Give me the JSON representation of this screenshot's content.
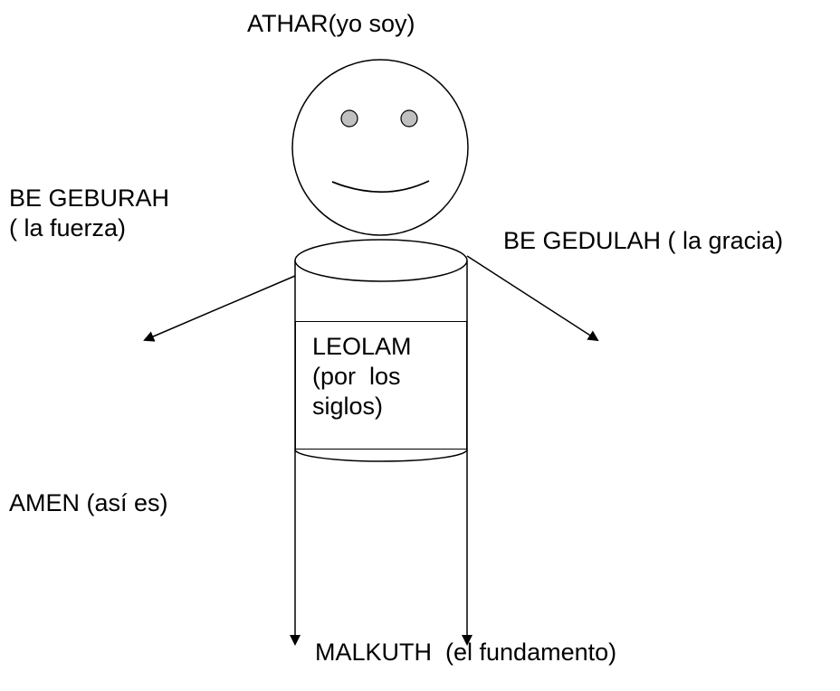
{
  "labels": {
    "top": "ATHAR(yo soy)",
    "left_arm_line1": "BE GEBURAH",
    "left_arm_line2": "( la fuerza)",
    "right_arm": "BE GEDULAH ( la gracia)",
    "center_line1": "LEOLAM",
    "center_line2": "(por  los",
    "center_line3": "siglos)",
    "left_lower": "AMEN (así es)",
    "bottom": "MALKUTH  (el fundamento)"
  },
  "colors": {
    "stroke": "#000000",
    "eye_fill": "#c0c0c0",
    "background": "#ffffff"
  }
}
